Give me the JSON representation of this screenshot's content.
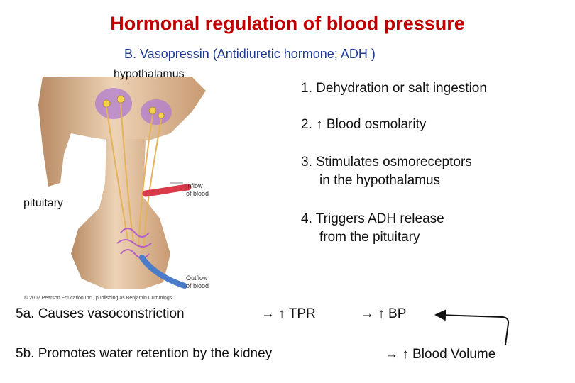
{
  "title": "Hormonal regulation of blood pressure",
  "subtitle": "B. Vasopressin (Antidiuretic hormone; ADH )",
  "colors": {
    "title": "#c00000",
    "subtitle": "#1f3a93",
    "vessel_in": "#d93a4a",
    "vessel_out": "#4a7cc9",
    "gland": "#e9c9a8",
    "nucleus": "#b07ad0"
  },
  "labels": {
    "hypothalamus": "hypothalamus",
    "pituitary": "pituitary",
    "inflow_line1": "Inflow",
    "inflow_line2": "of blood",
    "outflow_line1": "Outflow",
    "outflow_line2": "of blood",
    "copyright": "© 2002 Pearson Education Inc., publishing as Benjamin Cummings"
  },
  "steps": [
    {
      "line1": "1.  Dehydration or salt ingestion",
      "line2": ""
    },
    {
      "line1": "2.  ↑ Blood osmolarity",
      "line2": ""
    },
    {
      "line1": "3.  Stimulates osmoreceptors",
      "line2": "in the hypothalamus"
    },
    {
      "line1": "4.  Triggers ADH release",
      "line2": "from the pituitary"
    }
  ],
  "effects": {
    "vasoconstriction": "5a. Causes vasoconstriction",
    "tpr": "→ ↑ TPR",
    "bp": "→ ↑ BP",
    "water_retention": "5b. Promotes water retention by the kidney",
    "blood_volume": "→ ↑ Blood Volume"
  }
}
